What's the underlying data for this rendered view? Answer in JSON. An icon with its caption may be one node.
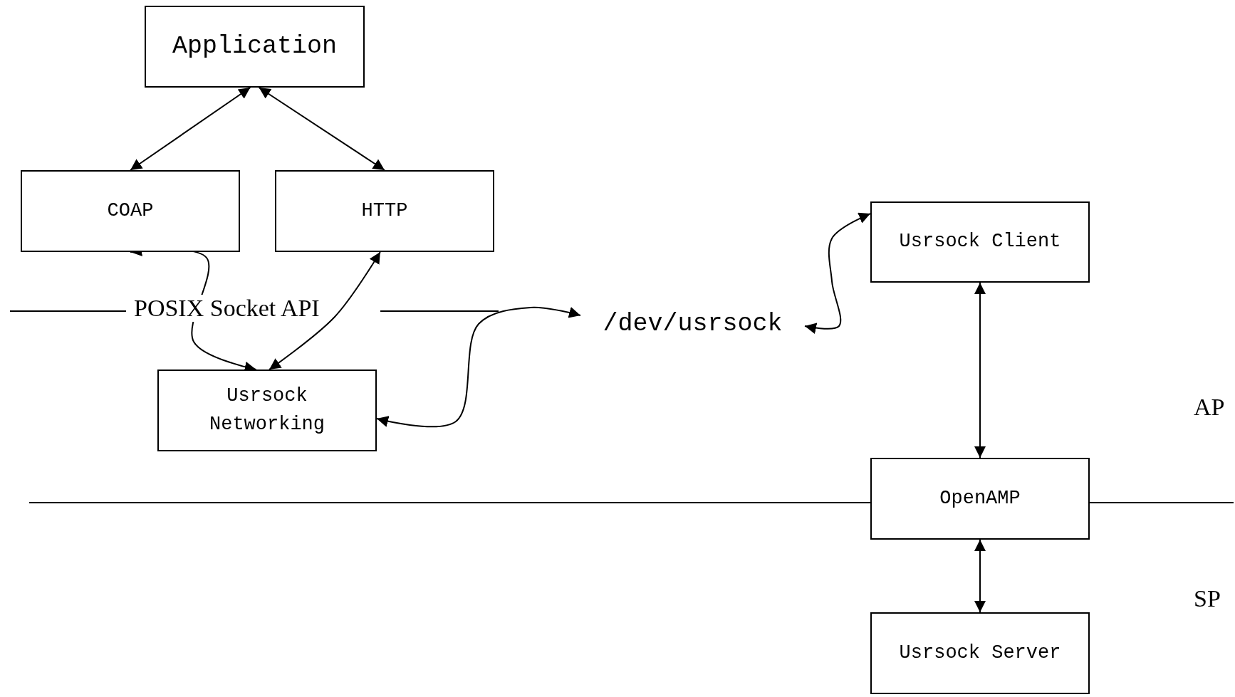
{
  "diagram": {
    "nodes": [
      {
        "text": [
          "Application"
        ]
      },
      {
        "text": [
          "COAP"
        ]
      },
      {
        "text": [
          "HTTP"
        ]
      },
      {
        "text": [
          "Usrsock Networking"
        ]
      },
      {
        "text": [
          "/dev/usrsock"
        ]
      },
      {
        "text": [
          "Usrsock Client"
        ]
      },
      {
        "text": [
          "OpenAMP"
        ]
      },
      {
        "text": [
          "Usrsock Server"
        ]
      }
    ],
    "edges": [
      {
        "from": 0,
        "to": 1,
        "arrow": "both"
      },
      {
        "from": 0,
        "to": 2,
        "arrow": "both"
      },
      {
        "from": 1,
        "to": 3,
        "arrow": "both"
      },
      {
        "from": 2,
        "to": 3,
        "arrow": "both"
      },
      {
        "from": 3,
        "to": 4,
        "arrow": "both"
      },
      {
        "from": 4,
        "to": 5,
        "arrow": "both"
      },
      {
        "from": 5,
        "to": 6,
        "arrow": "both"
      },
      {
        "from": 6,
        "to": 7,
        "arrow": "both"
      }
    ],
    "labels": [
      "POSIX Socket API",
      "AP",
      "SP"
    ]
  }
}
